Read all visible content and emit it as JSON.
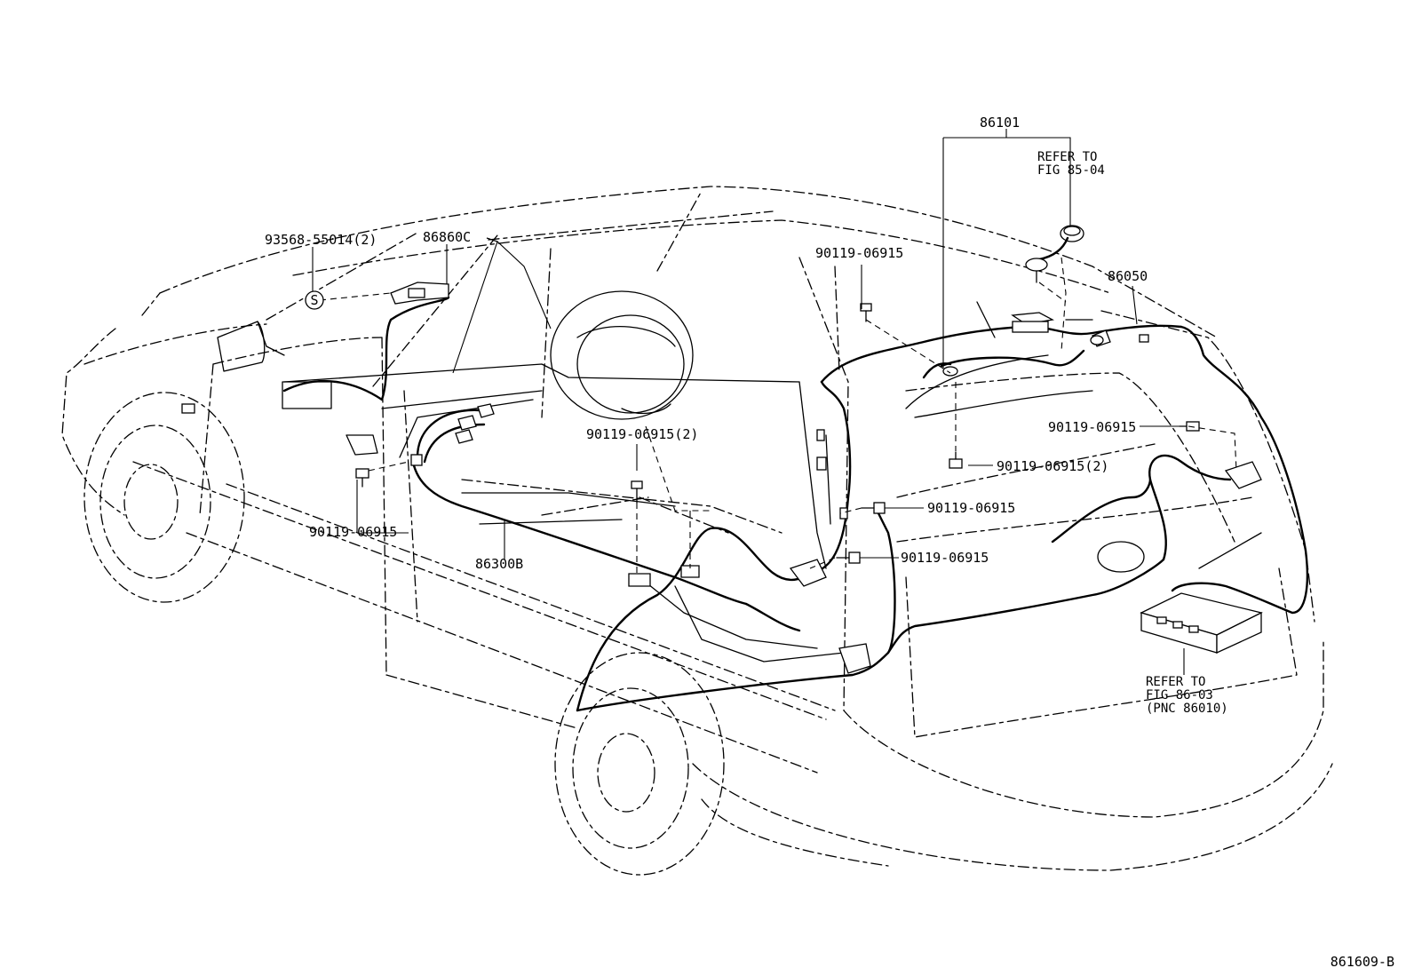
{
  "diagram": {
    "figure_id": "861609-B",
    "labels": {
      "harness_86101": "86101",
      "refer_top_1": "REFER TO",
      "refer_top_2": "FIG 85-04",
      "antenna_86050": "86050",
      "clip_top": "90119-06915",
      "bracket_86860c": "86860C",
      "screw_93568": "93568-55014(2)",
      "screw_left": "90119-06915",
      "cord_86300b": "86300B",
      "bolt_center": "90119-06915(2)",
      "bolt_rear_right": "90119-06915",
      "bolt_roof": "90119-06915(2)",
      "bolt_pillar_1": "90119-06915",
      "bolt_pillar_2": "90119-06915",
      "refer_bottom_1": "REFER TO",
      "refer_bottom_2": "FIG 86-03",
      "refer_bottom_3": "(PNC 86010)",
      "s_marker": "S"
    }
  }
}
